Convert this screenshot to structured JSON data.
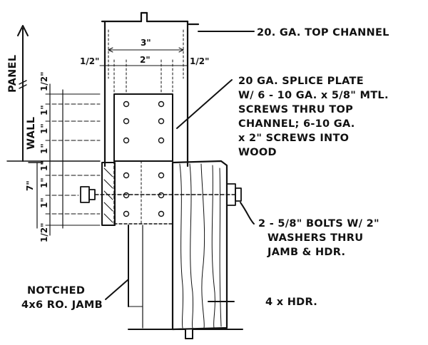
{
  "labels": {
    "top_channel": "20. GA. TOP CHANNEL",
    "splice_plate": [
      "20 GA. SPLICE PLATE",
      "W/ 6 - 10 GA. x 5/8\" MTL.",
      "SCREWS THRU TOP",
      "CHANNEL; 6-10 GA.",
      "x 2\" SCREWS INTO",
      "WOOD"
    ],
    "bolts": [
      "2 - 5/8\" BOLTS W/ 2\"",
      "WASHERS THRU",
      "JAMB & HDR."
    ],
    "notched_jamb": [
      "NOTCHED",
      "4x6 RO. JAMB"
    ],
    "header": "4 x HDR.",
    "panel": "PANEL",
    "wall": "WALL"
  },
  "dimensions": {
    "channel_width": "3\"",
    "screw_spacing": "2\"",
    "edge_left": "1/2\"",
    "edge_right": "1/2\"",
    "plate_height": "7\"",
    "half": "1/2\"",
    "one": "1\""
  }
}
